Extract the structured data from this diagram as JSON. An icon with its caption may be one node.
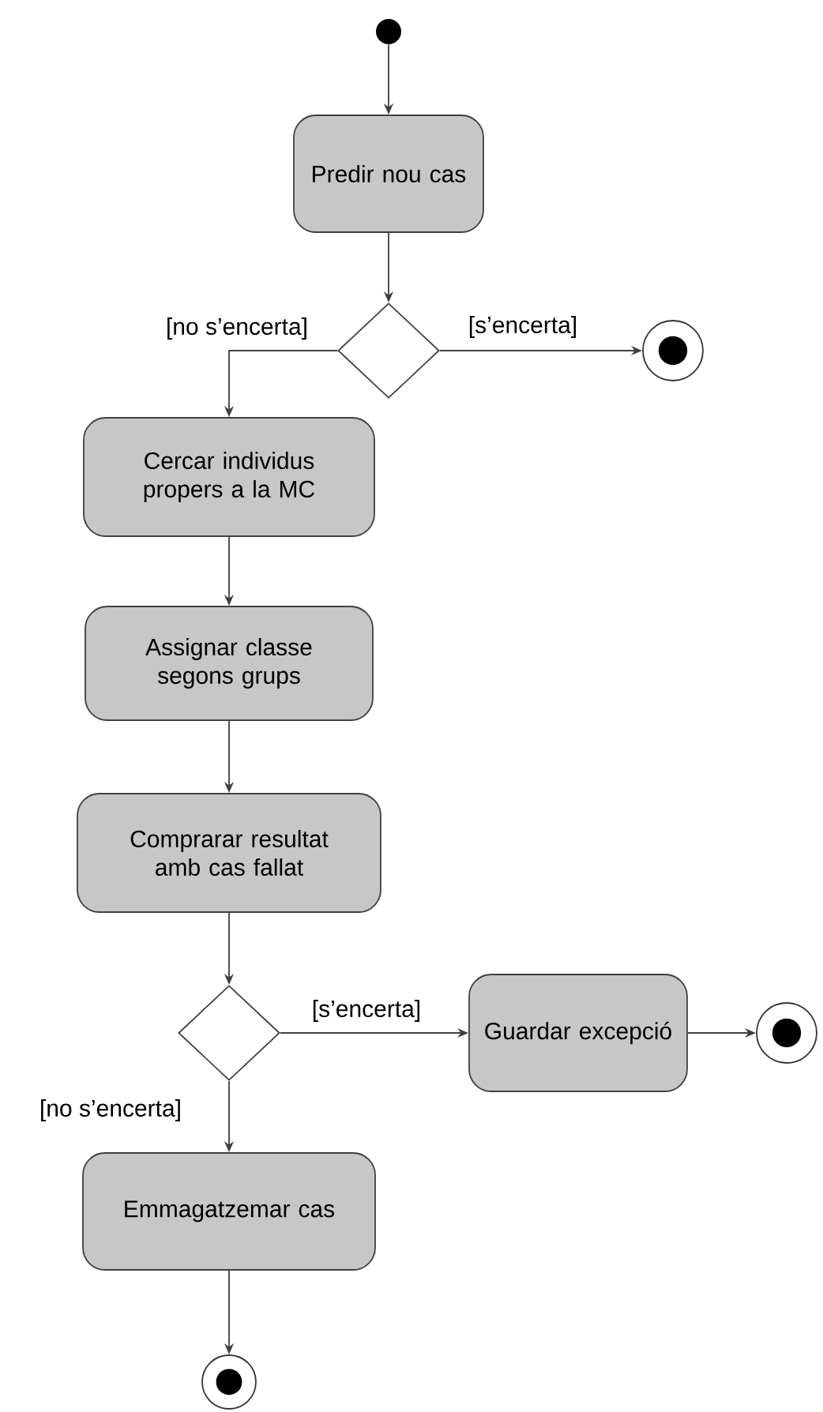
{
  "diagram": {
    "nodes": [
      {
        "text": [],
        "shape": "dot"
      },
      {
        "text": [
          "Predir nou cas"
        ]
      },
      {
        "text": [],
        "shape": "diamond"
      },
      {
        "text": [],
        "shape": "bullseye"
      },
      {
        "text": [
          "Cercar individus propers a la MC"
        ]
      },
      {
        "text": [
          "Assignar classe segons grups"
        ]
      },
      {
        "text": [
          "Comprarar resultat amb cas fallat"
        ]
      },
      {
        "text": [],
        "shape": "diamond"
      },
      {
        "text": [
          "Guardar excepció"
        ]
      },
      {
        "text": [],
        "shape": "bullseye"
      },
      {
        "text": [
          "Emmagatzemar cas"
        ]
      },
      {
        "text": [],
        "shape": "bullseye"
      }
    ],
    "edges": [
      {
        "from": 0,
        "to": 1,
        "arrow": "to"
      },
      {
        "from": 1,
        "to": 2,
        "arrow": "to"
      },
      {
        "from": 2,
        "to": 3,
        "arrow": "to",
        "label": "[s’encerta]"
      },
      {
        "from": 2,
        "to": 4,
        "arrow": "to",
        "label": "[no s’encerta]"
      },
      {
        "from": 4,
        "to": 5,
        "arrow": "to"
      },
      {
        "from": 5,
        "to": 6,
        "arrow": "to"
      },
      {
        "from": 6,
        "to": 7,
        "arrow": "to"
      },
      {
        "from": 7,
        "to": 8,
        "arrow": "to",
        "label": "[s’encerta]"
      },
      {
        "from": 8,
        "to": 9,
        "arrow": "to"
      },
      {
        "from": 7,
        "to": 10,
        "arrow": "to",
        "label": "[no s’encerta]"
      },
      {
        "from": 10,
        "to": 11,
        "arrow": "to"
      }
    ]
  }
}
